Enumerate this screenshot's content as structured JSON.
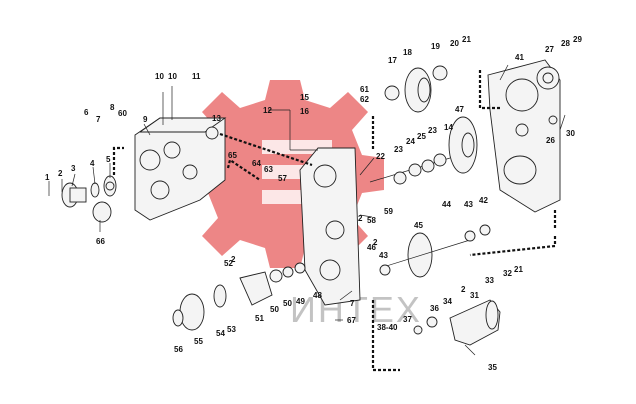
{
  "diagram": {
    "watermark_text": "ИНТЕХ",
    "labels": [
      "1",
      "2",
      "3",
      "4",
      "5",
      "6",
      "7",
      "8",
      "9",
      "10",
      "11",
      "12",
      "13",
      "14",
      "15",
      "16",
      "17",
      "18",
      "19",
      "20",
      "21",
      "22",
      "23",
      "24",
      "25",
      "26",
      "27",
      "28",
      "29",
      "30",
      "31",
      "32",
      "33",
      "34",
      "35",
      "36",
      "37",
      "38-40",
      "41",
      "42",
      "43",
      "44",
      "45",
      "46",
      "47",
      "48",
      "49",
      "50",
      "51",
      "52",
      "53",
      "54",
      "55",
      "56",
      "57",
      "58",
      "59",
      "60",
      "61",
      "62",
      "63",
      "64",
      "65",
      "66",
      "67"
    ]
  }
}
